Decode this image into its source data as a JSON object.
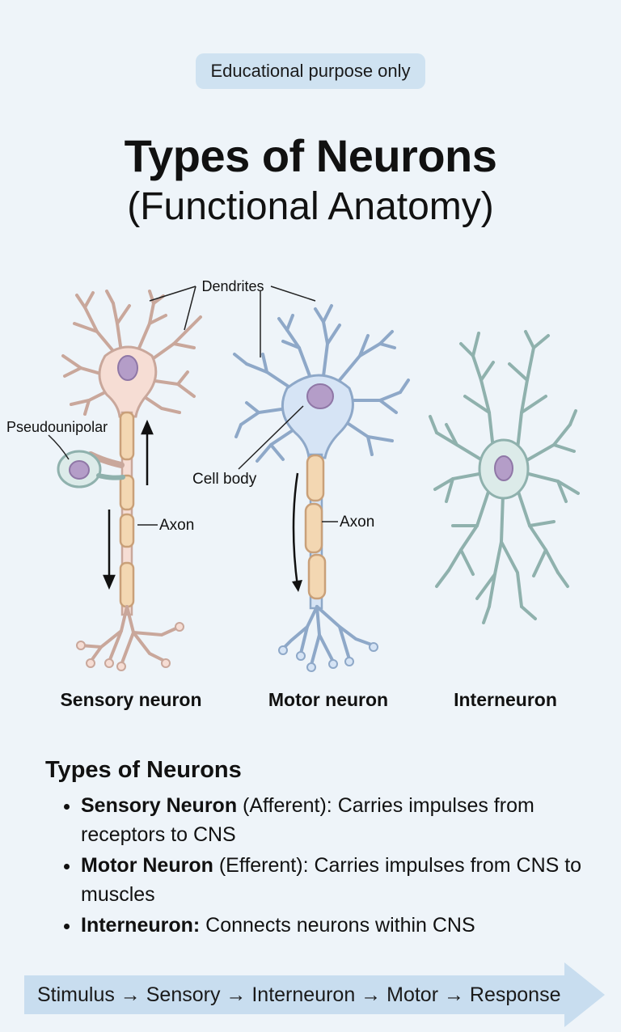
{
  "badge": "Educational purpose only",
  "title": "Types of Neurons",
  "subtitle": "(Functional Anatomy)",
  "labels": {
    "dendrites": "Dendrites",
    "pseudounipolar": "Pseudounipolar",
    "cell_body": "Cell body",
    "axon_sensory": "Axon",
    "axon_motor": "Axon"
  },
  "captions": {
    "sensory": "Sensory neuron",
    "motor": "Motor neuron",
    "inter": "Interneuron"
  },
  "section_title": "Types of Neurons",
  "bullets": [
    {
      "term": "Sensory Neuron",
      "rest": " (Afferent): Carries impulses from receptors to CNS"
    },
    {
      "term": "Motor Neuron",
      "rest": " (Efferent): Carries impulses from CNS to muscles"
    },
    {
      "term": "Interneuron:",
      "rest": " Connects neurons within CNS"
    }
  ],
  "flow": "Stimulus → Sensory → Interneuron → Motor → Response",
  "colors": {
    "sensory_fill": "#f6ddd4",
    "sensory_stroke": "#c9a79b",
    "motor_fill": "#d6e4f5",
    "motor_stroke": "#8ea8c8",
    "inter_fill": "#dcebe9",
    "inter_stroke": "#8fb1ad",
    "nucleus": "#b49dc8",
    "myelin": "#f3d7b2",
    "badge": "#cfe2f1",
    "flow_arrow": "#c8ddef"
  }
}
